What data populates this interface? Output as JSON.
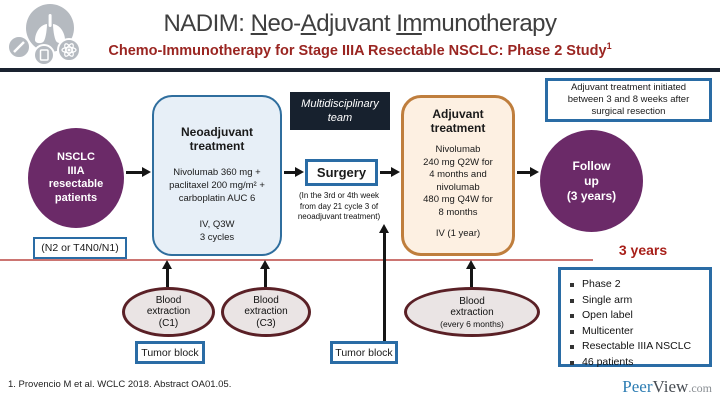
{
  "header": {
    "title": {
      "prefix": "NADIM: ",
      "u1": "N",
      "r1": "eo-",
      "u2": "A",
      "r2": "djuvant ",
      "u3": "Im",
      "r3": "munotherapy"
    },
    "subtitle": "Chemo-Immunotherapy for Stage IIIA Resectable NSCLC: Phase 2 Study",
    "subtitle_sup": "1"
  },
  "diagram": {
    "patients": "NSCLC\nIIIA\nresectable\npatients",
    "patients_note": "(N2 or T4N0/N1)",
    "neoadjuvant": {
      "title": "Neoadjuvant\ntreatment",
      "regimen": "Nivolumab 360 mg +\npaclitaxel 200 mg/m² +\ncarboplatin AUC 6",
      "schedule": "IV, Q3W\n3 cycles"
    },
    "team": "Multidisciplinary\nteam",
    "surgery": {
      "label": "Surgery",
      "note": "(In the 3rd or 4th week\nfrom day 21 cycle 3 of\nneoadjuvant treatment)"
    },
    "adjuvant": {
      "title": "Adjuvant\ntreatment",
      "regimen": "Nivolumab\n240 mg Q2W for\n4 months and\nnivolumab\n480 mg Q4W for\n8 months",
      "schedule": "IV (1 year)"
    },
    "adjuvant_note": "Adjuvant treatment initiated\nbetween 3 and 8 weeks after\nsurgical resection",
    "followup": "Follow\nup\n(3 years)",
    "timeline_label": "3 years",
    "study_design": {
      "items": [
        "Phase 2",
        "Single arm",
        "Open label",
        "Multicenter",
        "Resectable IIIA NSCLC",
        "46 patients"
      ]
    },
    "blood": {
      "c1": "Blood\nextraction\n(C1)",
      "c3": "Blood\nextraction\n(C3)",
      "every6_main": "Blood\nextraction",
      "every6_sub": "(every 6 months)"
    },
    "tumor_block_label": "Tumor block"
  },
  "footer": {
    "reference": "1. Provencio M et al. WCLC 2018. Abstract OA01.05.",
    "logo": {
      "peer": "Peer",
      "view": "View",
      "com": ".com"
    }
  },
  "colors": {
    "accent_blue": "#2a6ca5",
    "navy": "#17212e",
    "purple": "#6b2a68",
    "maroon_border": "#5a2026",
    "orange_border": "#bf7e3d",
    "subtitle_red": "#9a2521",
    "timeline_red": "#a8201a",
    "peerview_blue": "#2d7db3"
  }
}
